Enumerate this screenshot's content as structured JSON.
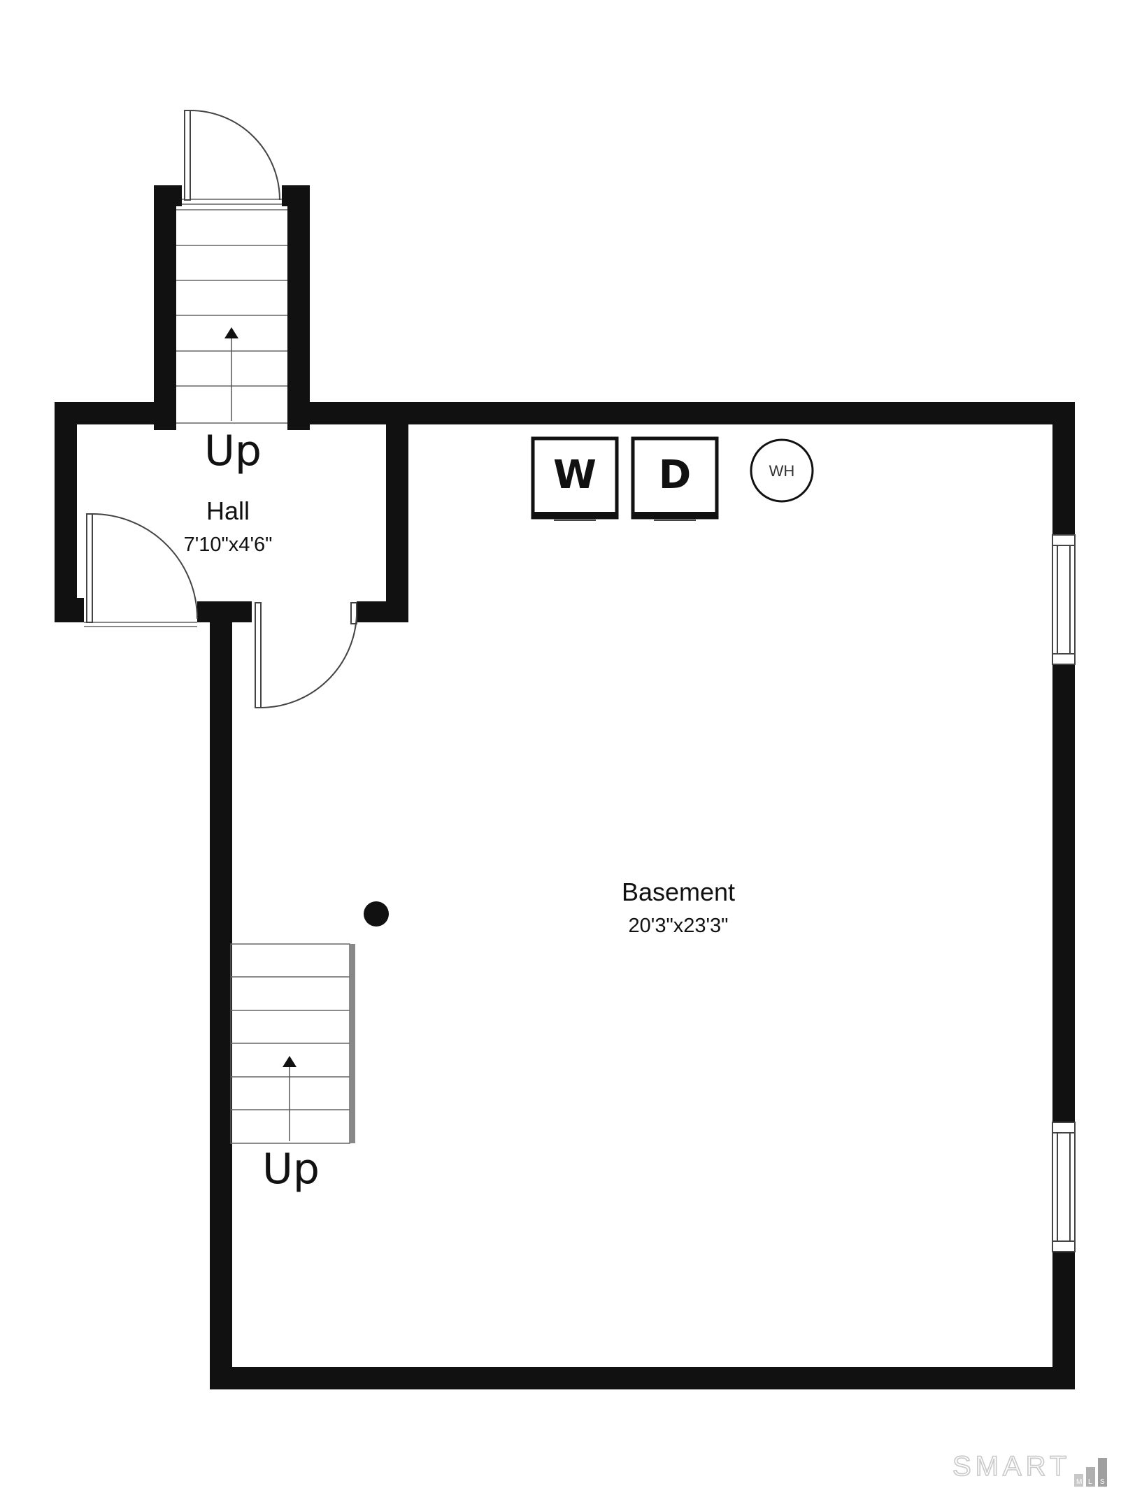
{
  "rooms": {
    "hall": {
      "name": "Hall",
      "dimensions": "7'10\"x4'6\""
    },
    "basement": {
      "name": "Basement",
      "dimensions": "20'3\"x23'3\""
    }
  },
  "stairs": {
    "upper": {
      "label": "Up"
    },
    "lower": {
      "label": "Up"
    }
  },
  "appliances": {
    "washer": "W",
    "dryer": "D",
    "water_heater": "WH"
  },
  "watermark": {
    "brand": "SMART",
    "sub": [
      "M",
      "L",
      "S"
    ]
  },
  "colors": {
    "wall": "#111111",
    "background": "#ffffff",
    "watermark": "#c8c8c8"
  }
}
